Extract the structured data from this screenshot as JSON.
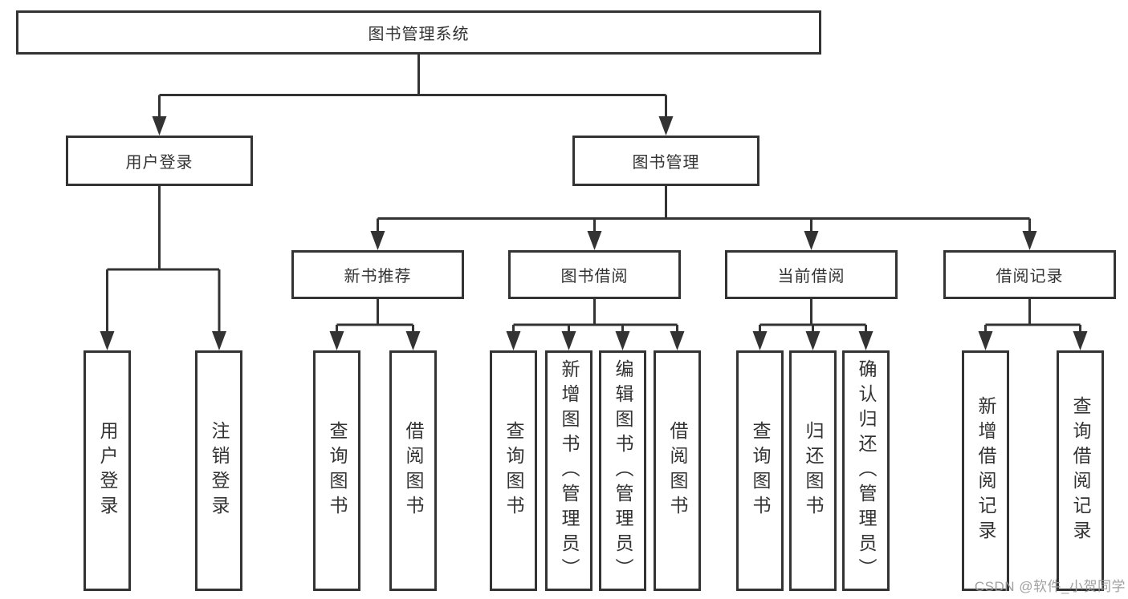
{
  "diagram": {
    "title": "图书管理系统",
    "nodes": {
      "root": {
        "label": "图书管理系统"
      },
      "user_login": {
        "label": "用户登录"
      },
      "book_mgmt": {
        "label": "图书管理"
      },
      "new_book_rec": {
        "label": "新书推荐"
      },
      "book_borrow": {
        "label": "图书借阅"
      },
      "current_borrow": {
        "label": "当前借阅"
      },
      "borrow_record": {
        "label": "借阅记录"
      },
      "leaf_user_login": {
        "label": "用户登录"
      },
      "leaf_logout": {
        "label": "注销登录"
      },
      "leaf_nbr_query": {
        "label": "查询图书"
      },
      "leaf_nbr_borrow": {
        "label": "借阅图书"
      },
      "leaf_bb_query": {
        "label": "查询图书"
      },
      "leaf_bb_add": {
        "label": "新增图书（管理员）"
      },
      "leaf_bb_edit": {
        "label": "编辑图书（管理员）"
      },
      "leaf_bb_borrow": {
        "label": "借阅图书"
      },
      "leaf_cb_query": {
        "label": "查询图书"
      },
      "leaf_cb_return": {
        "label": "归还图书"
      },
      "leaf_cb_confirm": {
        "label": "确认归还（管理员）"
      },
      "leaf_br_add": {
        "label": "新增借阅记录"
      },
      "leaf_br_query": {
        "label": "查询借阅记录"
      }
    },
    "colors": {
      "line": "#333333",
      "text": "#333333",
      "box_background": "#ffffff",
      "watermark": "#9b9b9b"
    }
  },
  "watermark": {
    "text": "CSDN @软件_小贺同学"
  }
}
